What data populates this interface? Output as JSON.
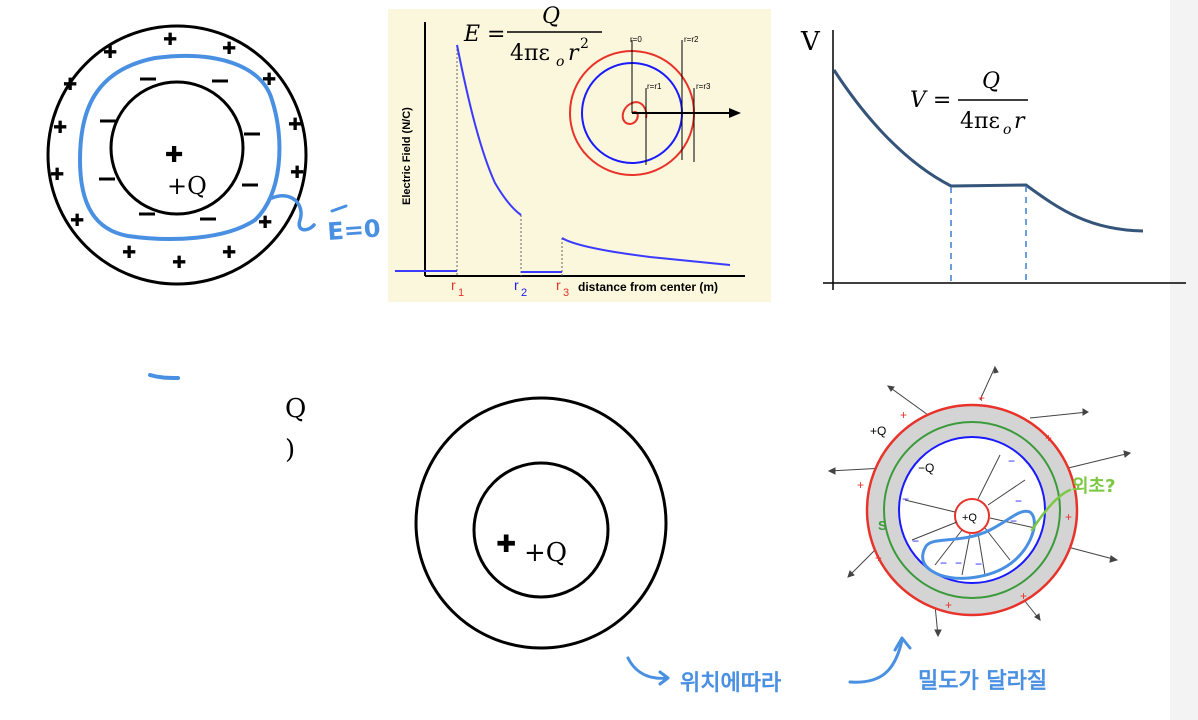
{
  "colors": {
    "ink": "#000000",
    "hand_blue": "#4a90e2",
    "panel_bg": "#fbf7dc",
    "e_curve": "#3b3bff",
    "red": "#e8322a",
    "blue": "#1a1aff",
    "green": "#3c9a3c",
    "grey_fill": "#d4d4d4",
    "v_curve": "#34547a",
    "hand_green": "#7bc843"
  },
  "fig1": {
    "center_label": "+Q",
    "plus_sign": "✚",
    "outer_plus": "✚",
    "inner_minus": "−",
    "annotation": "E=0"
  },
  "fig2": {
    "formula_E": "E =",
    "formula_num": "Q",
    "formula_den_main": "4πε",
    "formula_den_sub": "o",
    "formula_den_r": "r",
    "formula_den_sup": "2",
    "ylabel": "Electric Field (N/C)",
    "xlabel": "distance from center (m)",
    "tick_r": "r",
    "sub1": "1",
    "sub2": "2",
    "sub3": "3",
    "inset_r0": "r=0",
    "inset_r1": "r=r1",
    "inset_r2": "r=r2",
    "inset_r3": "r=r3"
  },
  "fig3": {
    "axis_label": "V",
    "formula_V": "V =",
    "formula_num": "Q",
    "formula_den_main": "4πε",
    "formula_den_sub": "o",
    "formula_den_r": "r"
  },
  "fig4": {
    "text_q": "Q",
    "text_paren": ")",
    "center_label": "+Q",
    "plus_sign": "✚"
  },
  "fig5": {
    "outer_label": "+Q",
    "inner_shell_label": "−Q",
    "center_label": "+Q",
    "surface_label": "S",
    "plus": "+",
    "minus": "−",
    "hand_note": "외초?"
  },
  "notes": {
    "left": "위치에따라",
    "right": "밀도가 달라질"
  }
}
